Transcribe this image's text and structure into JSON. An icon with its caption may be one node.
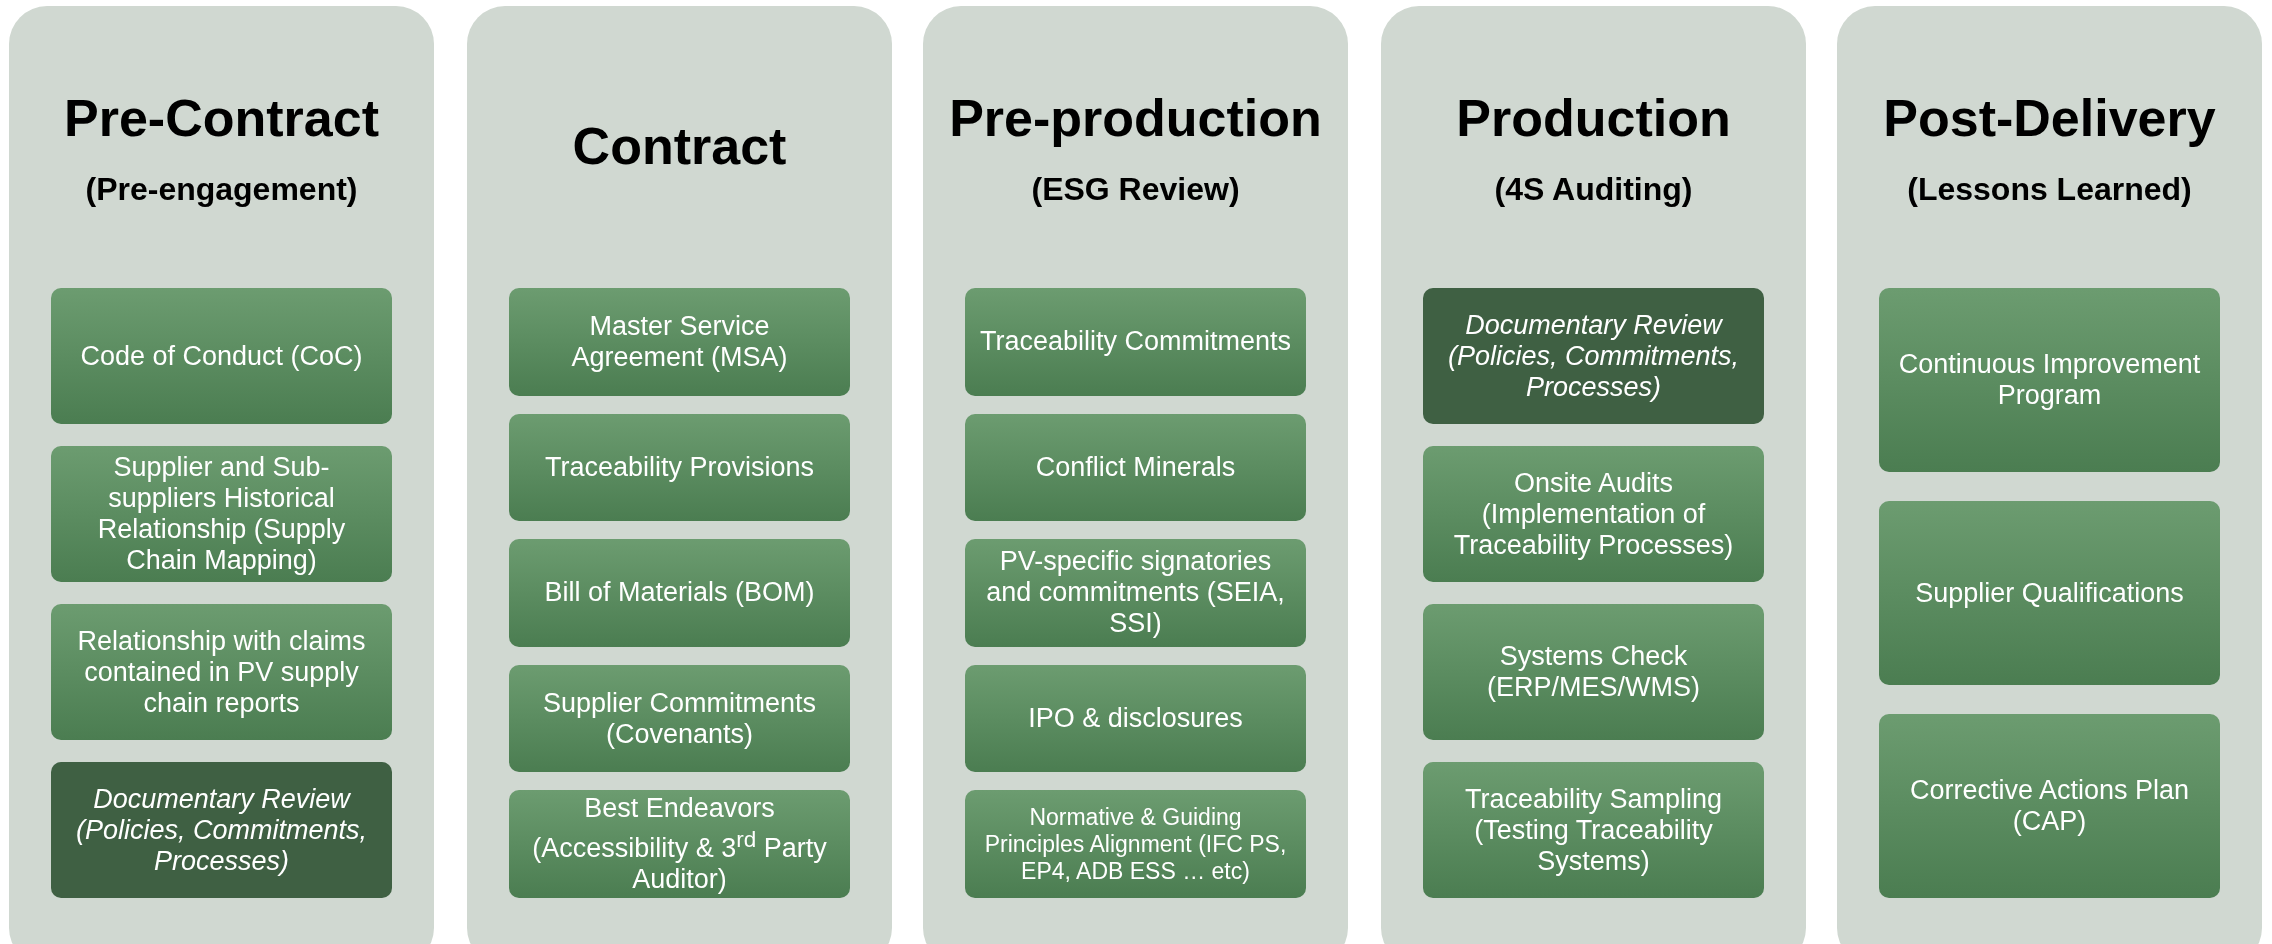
{
  "diagram": {
    "nodes": [
      {
        "text": [
          "Pre-Contract",
          "(Pre-engagement)"
        ]
      },
      {
        "text": [
          "Code of Conduct (CoC)"
        ],
        "in": 0
      },
      {
        "text": [
          "Supplier and Sub-suppliers Historical Relationship (Supply Chain Mapping)"
        ],
        "in": 0
      },
      {
        "text": [
          "Relationship with claims contained in PV supply chain reports"
        ],
        "in": 0
      },
      {
        "text": [
          "Documentary Review (Policies, Commitments, Processes)"
        ],
        "in": 0
      },
      {
        "text": [
          "Contract"
        ]
      },
      {
        "text": [
          "Master Service Agreement (MSA)"
        ],
        "in": 5
      },
      {
        "text": [
          "Traceability Provisions"
        ],
        "in": 5
      },
      {
        "text": [
          "Bill of Materials (BOM)"
        ],
        "in": 5
      },
      {
        "text": [
          "Supplier Commitments (Covenants)"
        ],
        "in": 5
      },
      {
        "text": [
          "Best Endeavors (Accessibility & 3$^{rd}$ Party Auditor)"
        ],
        "in": 5
      },
      {
        "text": [
          "Pre-production",
          "(ESG Review)"
        ]
      },
      {
        "text": [
          "Traceability Commitments"
        ],
        "in": 11
      },
      {
        "text": [
          "Conflict Minerals"
        ],
        "in": 11
      },
      {
        "text": [
          "PV-specific signatories and commitments (SEIA, SSI)"
        ],
        "in": 11
      },
      {
        "text": [
          "IPO & disclosures"
        ],
        "in": 11
      },
      {
        "text": [
          "Normative & Guiding Principles Alignment (IFC PS, EP4, ADB ESS … etc)"
        ],
        "in": 11
      },
      {
        "text": [
          "Production",
          "(4S Auditing)"
        ]
      },
      {
        "text": [
          "Documentary Review (Policies, Commitments, Processes)"
        ],
        "in": 17
      },
      {
        "text": [
          "Onsite Audits (Implementation of Traceability Processes)"
        ],
        "in": 17
      },
      {
        "text": [
          "Systems Check (ERP/MES/WMS)"
        ],
        "in": 17
      },
      {
        "text": [
          "Traceability Sampling (Testing Traceability Systems)"
        ],
        "in": 17
      },
      {
        "text": [
          "Post-Delivery",
          "(Lessons Learned)"
        ]
      },
      {
        "text": [
          "Continuous Improvement Program"
        ],
        "in": 22
      },
      {
        "text": [
          "Supplier Qualifications"
        ],
        "in": 22
      },
      {
        "text": [
          "Corrective Actions Plan (CAP)"
        ],
        "in": 22
      }
    ],
    "edges": []
  }
}
